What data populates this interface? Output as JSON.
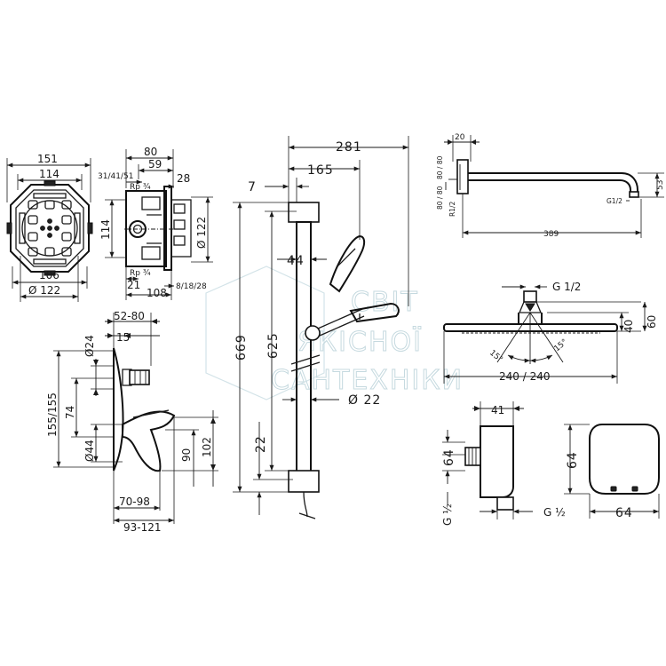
{
  "watermark": {
    "line1": "СВІТ",
    "line2": "ЯКІСНОЇ",
    "line3": "САНТЕХНІКИ",
    "color": "#c5d9df"
  },
  "box": {
    "w151": "151",
    "w114": "114",
    "w106": "106",
    "d122": "Ø 122"
  },
  "box_side": {
    "d80": "80",
    "d59": "59",
    "d314151": "31/41/51",
    "d28": "28",
    "rp_top": "Rp ¾",
    "rp_bottom": "Rp ¾",
    "d114": "114",
    "d122": "Ø 122",
    "d21": "21",
    "d108": "108",
    "d81828": "8/18/28"
  },
  "mixer": {
    "d5280": "52-80",
    "d15": "15",
    "d24": "Ø24",
    "d155": "155/155",
    "d74": "74",
    "d44": "Ø44",
    "d90": "90",
    "d102": "102",
    "d7098": "70-98",
    "d93121": "93-121"
  },
  "rail": {
    "d281": "281",
    "d165": "165",
    "d7": "7",
    "d44": "44",
    "d669": "669",
    "d625": "625",
    "d22": "Ø 22",
    "d22b": "22"
  },
  "arm": {
    "d20": "20",
    "d8080a": "80 / 80",
    "d8080b": "80 / 80",
    "r12": "R1/2",
    "g12": "G1/2",
    "d53": "53",
    "d389": "389"
  },
  "head": {
    "g12": "G 1/2",
    "d40": "40",
    "d60": "60",
    "a15a": "15°",
    "a15b": "15°",
    "d240": "240 / 240"
  },
  "outlet": {
    "d41": "41",
    "d64a": "64",
    "g12v": "G ½",
    "g12h": "G ½",
    "d64b": "64",
    "d64c": "64"
  }
}
